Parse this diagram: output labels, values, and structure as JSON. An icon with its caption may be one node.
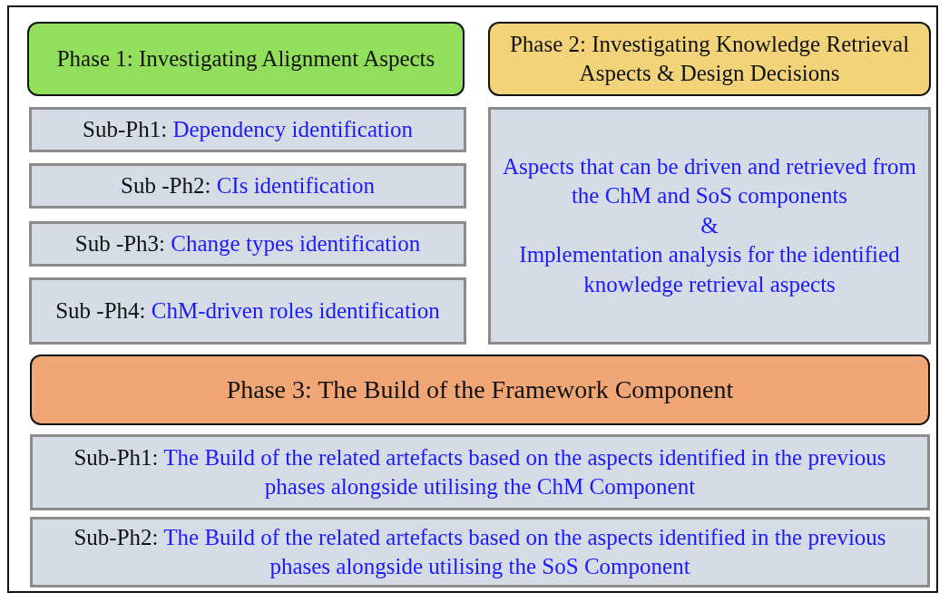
{
  "diagram": {
    "nodes": [
      {
        "text": [
          "Phase 1: Investigating Alignment Aspects"
        ]
      },
      {
        "text": [
          "Phase 2: Investigating Knowledge Retrieval Aspects & Design Decisions"
        ]
      },
      {
        "text": [
          "Sub-Ph1:",
          "Dependency identification"
        ]
      },
      {
        "text": [
          "Sub -Ph2:",
          "CIs identification"
        ]
      },
      {
        "text": [
          "Sub -Ph3:",
          "Change types identification"
        ]
      },
      {
        "text": [
          "Sub -Ph4:",
          "ChM-driven roles identification"
        ]
      },
      {
        "text": [
          "Aspects that can be driven and retrieved from the ChM and SoS components",
          "&",
          "Implementation analysis for the identified knowledge retrieval aspects"
        ]
      },
      {
        "text": [
          "Phase 3: The Build of the Framework Component"
        ]
      },
      {
        "text": [
          "Sub-Ph1:",
          "The Build of the related artefacts based on the aspects identified in the previous phases alongside utilising the ChM Component"
        ]
      },
      {
        "text": [
          "Sub-Ph2:",
          "The Build of the related artefacts based on the aspects identified in the previous phases alongside utilising the SoS Component"
        ]
      }
    ],
    "edges": []
  }
}
